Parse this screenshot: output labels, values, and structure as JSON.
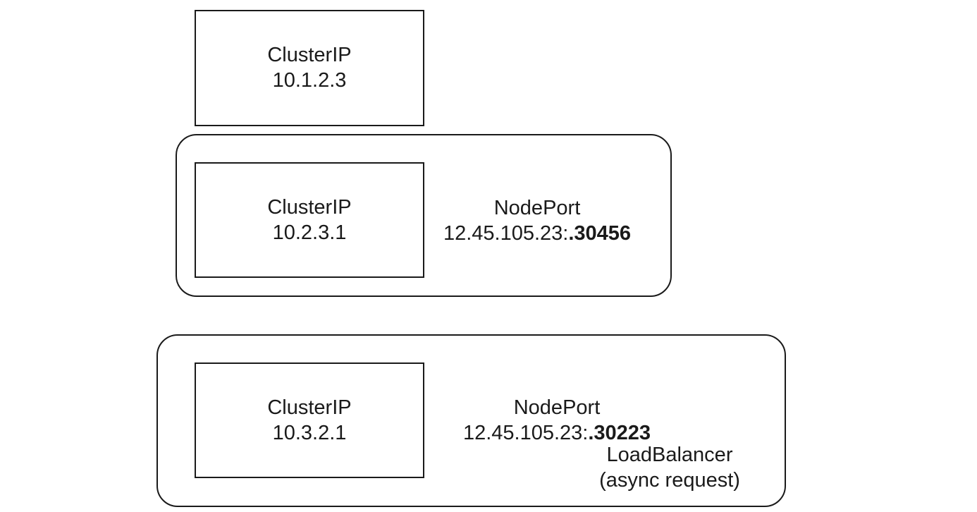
{
  "diagram": {
    "clusterip_1": {
      "title": "ClusterIP",
      "ip": "10.1.2.3"
    },
    "nodeport_service": {
      "clusterip": {
        "title": "ClusterIP",
        "ip": "10.2.3.1"
      },
      "nodeport": {
        "title": "NodePort",
        "address_prefix": "12.45.105.23:",
        "port": ".30456"
      }
    },
    "loadbalancer_service": {
      "clusterip": {
        "title": "ClusterIP",
        "ip": "10.3.2.1"
      },
      "nodeport": {
        "title": "NodePort",
        "address_prefix": "12.45.105.23:",
        "port": ".30223"
      },
      "loadbalancer": {
        "title": "LoadBalancer",
        "note": "(async request)"
      }
    }
  }
}
